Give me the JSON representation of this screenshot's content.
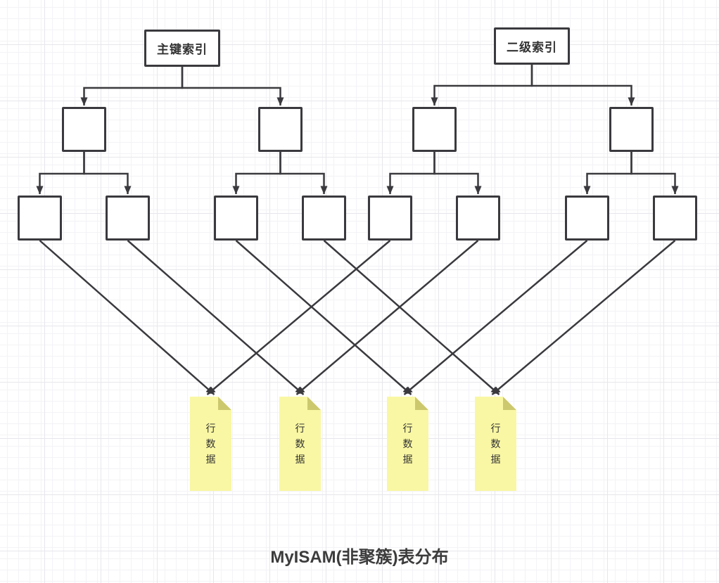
{
  "title": "MyISAM(非聚簇)表分布",
  "colors": {
    "line": "#3a3a3e",
    "box_border": "#3a3a3e",
    "box_fill": "#ffffff",
    "note_fill": "#f9f7a3",
    "note_fold": "#ccc86e",
    "text": "#333333",
    "grid_minor": "#f3f3f6",
    "grid_major": "#e7e7ec"
  },
  "trees": [
    {
      "id": "primary-index",
      "label": "主键索引"
    },
    {
      "id": "secondary-index",
      "label": "二级索引"
    }
  ],
  "notes": [
    {
      "label": "行数据"
    },
    {
      "label": "行数据"
    },
    {
      "label": "行数据"
    },
    {
      "label": "行数据"
    }
  ]
}
